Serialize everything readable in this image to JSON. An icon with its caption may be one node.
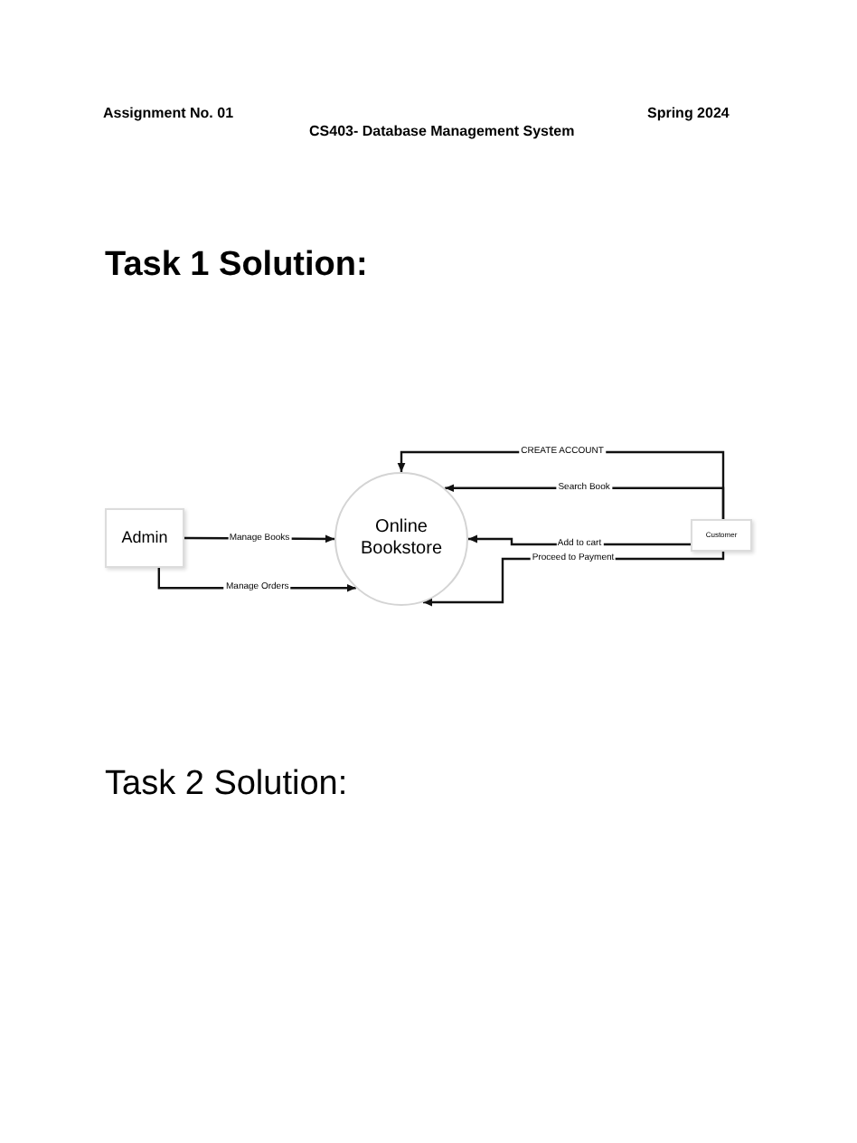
{
  "diagram": {
    "nodes": [
      {
        "text": [
          "Admin"
        ]
      },
      {
        "text": [
          "Online Bookstore"
        ]
      },
      {
        "text": [
          "Customer"
        ]
      }
    ],
    "edges": [
      {
        "from": 0,
        "to": 1,
        "arrow": "to",
        "label": "Manage Books"
      },
      {
        "from": 0,
        "to": 1,
        "arrow": "to",
        "label": "Manage Orders"
      },
      {
        "from": 2,
        "to": 1,
        "arrow": "to",
        "label": "CREATE ACCOUNT"
      },
      {
        "from": 2,
        "to": 1,
        "arrow": "to",
        "label": "Search Book"
      },
      {
        "from": 2,
        "to": 1,
        "arrow": "to",
        "label": "Add to cart"
      },
      {
        "from": 2,
        "to": 1,
        "arrow": "to",
        "label": "Proceed to Payment"
      }
    ],
    "labels": [
      "Assignment No. 01",
      "Spring 2024",
      "CS403- Database Management System",
      "Task 1 Solution:",
      "Task 2 Solution:"
    ]
  }
}
